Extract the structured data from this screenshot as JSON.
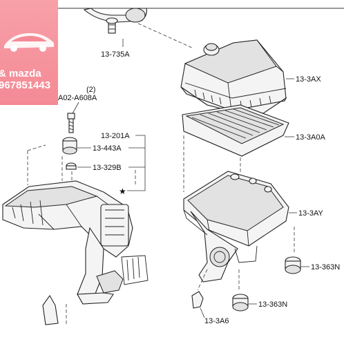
{
  "seller_banner": {
    "shop_name": "& mazda",
    "phone": "967851443",
    "accent_color": "#f48a95"
  },
  "diagram": {
    "callouts": [
      {
        "id": "13-735A",
        "text": "13-735A"
      },
      {
        "id": "13-3AX",
        "text": "13-3AX"
      },
      {
        "id": "A02-A608A",
        "text": "A02-A608A"
      },
      {
        "id": "qty",
        "text": "(2)"
      },
      {
        "id": "13-3A0A",
        "text": "13-3A0A"
      },
      {
        "id": "13-201A",
        "text": "13-201A"
      },
      {
        "id": "13-443A",
        "text": "13-443A"
      },
      {
        "id": "13-329B",
        "text": "13-329B"
      },
      {
        "id": "star",
        "text": "★"
      },
      {
        "id": "13-3AY",
        "text": "13-3AY"
      },
      {
        "id": "13-363N-right",
        "text": "13-363N"
      },
      {
        "id": "13-363N-bottom",
        "text": "13-363N"
      },
      {
        "id": "13-3A6",
        "text": "13-3A6"
      }
    ]
  }
}
